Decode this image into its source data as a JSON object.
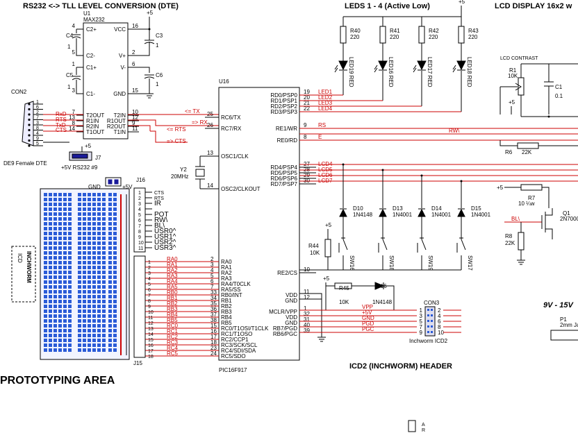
{
  "headers": {
    "rs232": "RS232 <-> TLL LEVEL CONVERSION (DTE)",
    "leds": "LEDS 1 - 4 (Active Low)",
    "lcd": "LCD DISPLAY 16x2 w",
    "proto": "PROTOTYPING AREA",
    "icd2": "ICD2 (INCHWORM) HEADER",
    "power": "9V - 15V"
  },
  "u1": {
    "ref": "U1",
    "part": "MAX232",
    "left_pins": [
      {
        "num": "4",
        "name": "C2+"
      },
      {
        "num": "5",
        "name": "C2-"
      },
      {
        "num": "1",
        "name": "C1+"
      },
      {
        "num": "3",
        "name": "C1-"
      },
      {
        "num": "7",
        "name": "T2OUT"
      },
      {
        "num": "13",
        "name": "R1IN"
      },
      {
        "num": "8",
        "name": "R2IN"
      },
      {
        "num": "14",
        "name": "T1OUT"
      }
    ],
    "right_pins": [
      {
        "num": "16",
        "name": "VCC"
      },
      {
        "num": "2",
        "name": "V+"
      },
      {
        "num": "6",
        "name": "V-"
      },
      {
        "num": "15",
        "name": "GND"
      },
      {
        "num": "10",
        "name": "T2IN"
      },
      {
        "num": "12",
        "name": "R1OUT"
      },
      {
        "num": "9",
        "name": "R2OUT"
      },
      {
        "num": "11",
        "name": "T1IN"
      }
    ]
  },
  "caps": {
    "c4": {
      "ref": "C4",
      "val": "1"
    },
    "c5": {
      "ref": "C5",
      "val": "1"
    },
    "c3": {
      "ref": "C3",
      "val": "1"
    },
    "c6": {
      "ref": "C6",
      "val": "1"
    },
    "c1": {
      "ref": "C1",
      "val": "0.1"
    }
  },
  "con2": {
    "ref": "CON2",
    "label": "DE9 Female DTE",
    "pins": [
      "1",
      "6",
      "2",
      "7",
      "3",
      "8",
      "4",
      "9",
      "5"
    ],
    "signals": [
      "RxD",
      "RTS",
      "TxD",
      "CTS"
    ]
  },
  "j7": {
    "ref": "J7",
    "label": "+5V RS232 #9"
  },
  "nets": {
    "tx": "<= TX",
    "rx": "=> RX",
    "rts": "<= RTS",
    "cts": "=> CTS",
    "rs": "RS",
    "rw": "RW\\",
    "e": "E",
    "bl": "BL\\",
    "vpp": "VPP",
    "p5v": "+5V",
    "gnd": "GND",
    "pgd": "PGD",
    "pgc": "PGC",
    "vcc": "+5"
  },
  "u16": {
    "ref": "U16",
    "part": "PIC16F917",
    "right_pins": [
      {
        "num": "19",
        "name": "RD0/PSP0",
        "net": "LED1"
      },
      {
        "num": "20",
        "name": "RD1/PSP1",
        "net": "LED2"
      },
      {
        "num": "21",
        "name": "RD2/PSP2",
        "net": "LED3"
      },
      {
        "num": "22",
        "name": "RD3/PSP3",
        "net": "LED4"
      },
      {
        "num": "9",
        "name": "RE1/WR",
        "net": ""
      },
      {
        "num": "8",
        "name": "RE0/RD",
        "net": ""
      },
      {
        "num": "27",
        "name": "RD4/PSP4",
        "net": "LCD4"
      },
      {
        "num": "28",
        "name": "RD5/PSP5",
        "net": "LCD5"
      },
      {
        "num": "29",
        "name": "RD6/PSP6",
        "net": "LCD6"
      },
      {
        "num": "30",
        "name": "RD7/PSP7",
        "net": "LCD7"
      },
      {
        "num": "10",
        "name": "RE2/CS",
        "net": ""
      }
    ],
    "left_upper": [
      {
        "num": "25",
        "name": "RC6/TX"
      },
      {
        "num": "26",
        "name": "RC7/RX"
      },
      {
        "num": "13",
        "name": "OSC1/CLK"
      },
      {
        "num": "14",
        "name": "OSC2/CLKOUT"
      }
    ],
    "left_pins": [
      {
        "num": "2",
        "name": "RA0",
        "net": "RA0"
      },
      {
        "num": "3",
        "name": "RA1",
        "net": "RA1"
      },
      {
        "num": "4",
        "name": "RA2",
        "net": "RA2"
      },
      {
        "num": "5",
        "name": "RA3",
        "net": "RA3"
      },
      {
        "num": "6",
        "name": "RA4/T0CLK",
        "net": "RA4"
      },
      {
        "num": "7",
        "name": "RA5/SS",
        "net": "RA5"
      },
      {
        "num": "33",
        "name": "RB0/INT",
        "net": "RB0"
      },
      {
        "num": "34",
        "name": "RB1",
        "net": "RB1"
      },
      {
        "num": "35",
        "name": "RB2",
        "net": "RB2"
      },
      {
        "num": "36",
        "name": "RB3",
        "net": "RB3"
      },
      {
        "num": "37",
        "name": "RB4",
        "net": "RB4"
      },
      {
        "num": "38",
        "name": "RB5",
        "net": "RB5"
      },
      {
        "num": "15",
        "name": "RC0/T1OSI/T1CLK",
        "net": "RC0"
      },
      {
        "num": "16",
        "name": "RC1/T1OSO",
        "net": "RC1"
      },
      {
        "num": "17",
        "name": "RC2/CCP1",
        "net": "RC2"
      },
      {
        "num": "18",
        "name": "RC3/SCK/SCL",
        "net": "RC3"
      },
      {
        "num": "23",
        "name": "RC4/SDI/SDA",
        "net": "RC4"
      },
      {
        "num": "24",
        "name": "RC5/SDO",
        "net": "RC5"
      }
    ],
    "left_lower": [
      {
        "num": "11",
        "name": "VDD"
      },
      {
        "num": "12",
        "name": "GND"
      },
      {
        "num": "1",
        "name": "MCLR/VPP"
      },
      {
        "num": "32",
        "name": "VDD"
      },
      {
        "num": "31",
        "name": "GND"
      },
      {
        "num": "40",
        "name": "RB7/PGD"
      },
      {
        "num": "39",
        "name": "RB6/PGC"
      }
    ]
  },
  "y2": {
    "ref": "Y2",
    "val": "20MHz"
  },
  "leds": [
    {
      "rref": "R40",
      "rval": "220",
      "led": "LED19 RED"
    },
    {
      "rref": "R41",
      "rval": "220",
      "led": "LED16 RED"
    },
    {
      "rref": "R42",
      "rval": "220",
      "led": "LED17 RED"
    },
    {
      "rref": "R43",
      "rval": "220",
      "led": "LED18 RED"
    }
  ],
  "lcd": {
    "contrast": "LCD CONTRAST",
    "r1": "R1",
    "r1v": "10K",
    "r6": "R6",
    "r6v": "22K",
    "r7": "R7",
    "r7v": "10 ¼w",
    "r8": "R8",
    "r8v": "22K",
    "q1": "Q1",
    "q1v": "2N7000"
  },
  "diodes": [
    {
      "ref": "D10",
      "val": "1N4148",
      "sw": "SW16"
    },
    {
      "ref": "D13",
      "val": "1N4001",
      "sw": "SW18"
    },
    {
      "ref": "D14",
      "val": "1N4001",
      "sw": "SW19"
    },
    {
      "ref": "D15",
      "val": "1N4001",
      "sw": "SW17"
    }
  ],
  "r44": {
    "ref": "R44",
    "val": "10K"
  },
  "r45": {
    "ref": "R45",
    "val": "10K"
  },
  "d16": {
    "ref": "D16",
    "val": "1N4148"
  },
  "con3": {
    "ref": "CON3",
    "label": "Inchworm ICD2",
    "left": [
      "1",
      "3",
      "5",
      "7",
      "9"
    ],
    "right": [
      "2",
      "4",
      "6",
      "8",
      "10"
    ]
  },
  "j16": {
    "ref": "J16",
    "labels": [
      "CTS",
      "RTS",
      "IR",
      "",
      "POT",
      "RW\\",
      "BL\\",
      "USR0^",
      "USR1^",
      "USR2^",
      "USR3^"
    ]
  },
  "j15": {
    "ref": "J15",
    "nums": [
      "1",
      "2",
      "3",
      "4",
      "5",
      "6",
      "7",
      "8",
      "9",
      "10",
      "11",
      "12",
      "13",
      "14",
      "15",
      "16",
      "17",
      "18"
    ]
  },
  "proto": {
    "gnd": "GND",
    "p5v": "+5V",
    "icd": "ICD",
    "inchworm": "INCHWORM"
  },
  "p1": {
    "ref": "P1",
    "val": "2mm Ja"
  },
  "misc": {
    "a": "A",
    "r": "R"
  }
}
